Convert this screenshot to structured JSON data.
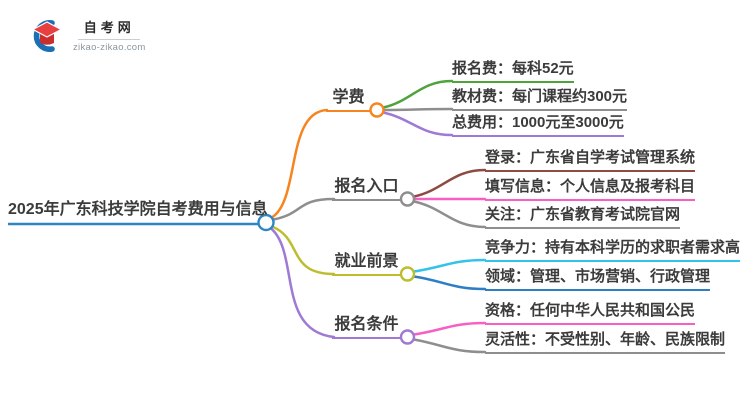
{
  "logo": {
    "site_name": "自考网",
    "site_url": "zikao-zikao.com",
    "cap_color": "#e23b3b",
    "swoosh_color": "#1a6fb5"
  },
  "mindmap": {
    "root": {
      "label": "2025年广东科技学院自考费用与信息",
      "color": "#2e86c4"
    },
    "branches": [
      {
        "label": "学费",
        "color": "#f6851f",
        "children": [
          {
            "label": "报名费：每科52元",
            "color": "#4ea33b"
          },
          {
            "label": "教材费：每门课程约300元",
            "color": "#8e8e8e"
          },
          {
            "label": "总费用：1000元至3000元",
            "color": "#9e79d5"
          }
        ]
      },
      {
        "label": "报名入口",
        "color": "#8e8e8e",
        "children": [
          {
            "label": "登录：广东省自学考试管理系统",
            "color": "#8e4b43"
          },
          {
            "label": "填写信息：个人信息及报考科目",
            "color": "#f75fc3"
          },
          {
            "label": "关注：广东省教育考试院官网",
            "color": "#8e8e8e"
          }
        ]
      },
      {
        "label": "就业前景",
        "color": "#bcbe30",
        "children": [
          {
            "label": "竞争力：持有本科学历的求职者需求高",
            "color": "#33c3ea"
          },
          {
            "label": "领域：管理、市场营销、行政管理",
            "color": "#2e7ec4"
          }
        ]
      },
      {
        "label": "报名条件",
        "color": "#9e79d5",
        "children": [
          {
            "label": "资格：任何中华人民共和国公民",
            "color": "#f75fc3"
          },
          {
            "label": "灵活性：不受性别、年龄、民族限制",
            "color": "#8e8e8e"
          }
        ]
      }
    ]
  }
}
